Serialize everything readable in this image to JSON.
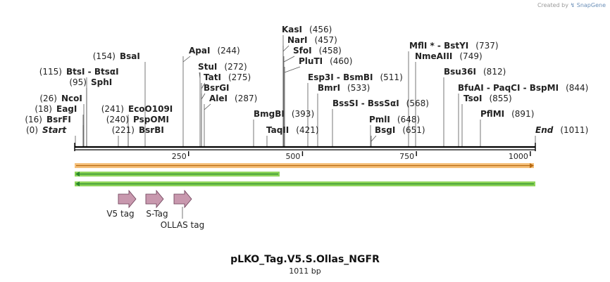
{
  "credit": {
    "prefix": "Created by",
    "brand": "SnapGene"
  },
  "map": {
    "title": "pLKO_Tag.V5.S.Ollas_NGFR",
    "length_label": "1011 bp",
    "length": 1011,
    "ticks": [
      "250",
      "500",
      "750",
      "1000"
    ],
    "sites": [
      {
        "name": "Start",
        "pos": "(0)"
      },
      {
        "name": "BsrFI",
        "pos": "(16)"
      },
      {
        "name": "EagI",
        "pos": "(18)"
      },
      {
        "name": "NcoI",
        "pos": "(26)"
      },
      {
        "name": "SphI",
        "pos": "(95)"
      },
      {
        "name": "BtsI - BtsαI",
        "pos": "(115)"
      },
      {
        "name": "BsaI",
        "pos": "(154)"
      },
      {
        "name": "BsrBI",
        "pos": "(221)"
      },
      {
        "name": "PspOMI",
        "pos": "(240)"
      },
      {
        "name": "EcoO109I",
        "pos": "(241)"
      },
      {
        "name": "ApaI",
        "pos": "(244)"
      },
      {
        "name": "StuI",
        "pos": "(272)"
      },
      {
        "name": "TatI",
        "pos": "(275)"
      },
      {
        "name": "BsrGI",
        "pos": ""
      },
      {
        "name": "AleI",
        "pos": "(287)"
      },
      {
        "name": "BmgBI",
        "pos": "(393)"
      },
      {
        "name": "TaqII",
        "pos": "(421)"
      },
      {
        "name": "KasI",
        "pos": "(456)"
      },
      {
        "name": "NarI",
        "pos": "(457)"
      },
      {
        "name": "SfoI",
        "pos": "(458)"
      },
      {
        "name": "PluTI",
        "pos": "(460)"
      },
      {
        "name": "Esp3I - BsmBI",
        "pos": "(511)"
      },
      {
        "name": "BmrI",
        "pos": "(533)"
      },
      {
        "name": "BssSI - BssSαI",
        "pos": "(568)"
      },
      {
        "name": "PmlI",
        "pos": "(648)"
      },
      {
        "name": "BsgI",
        "pos": "(651)"
      },
      {
        "name": "MflI * - BstYI",
        "pos": "(737)"
      },
      {
        "name": "NmeAIII",
        "pos": "(749)"
      },
      {
        "name": "Bsu36I",
        "pos": "(812)"
      },
      {
        "name": "BfuAI - PaqCI - BspMI",
        "pos": "(844)"
      },
      {
        "name": "TsoI",
        "pos": "(855)"
      },
      {
        "name": "PflMI",
        "pos": "(891)"
      },
      {
        "name": "End",
        "pos": "(1011)"
      }
    ],
    "features": [
      {
        "name": "V5 tag"
      },
      {
        "name": "S-Tag"
      },
      {
        "name": "OLLAS tag"
      }
    ],
    "bars": {
      "orange_color": "#f5c07a",
      "green_color": "#8ed45a",
      "arrow_color": "#2a8a2a",
      "feature_color": "#c898ae"
    }
  }
}
